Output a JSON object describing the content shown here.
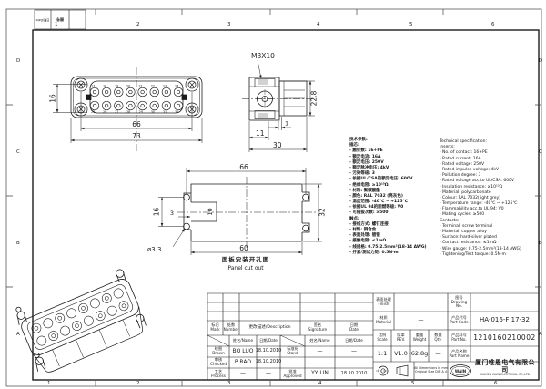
{
  "frame": {
    "cols": [
      "1",
      "2",
      "3",
      "4",
      "5",
      "6"
    ],
    "rows": [
      "D",
      "C",
      "B",
      "A"
    ],
    "corner_stamp": {
      "c1": "日期/Date",
      "c2": "图号"
    }
  },
  "views": {
    "front": {
      "pins": [
        "17",
        "18",
        "19",
        "20",
        "21",
        "22",
        "23",
        "24",
        "25",
        "26",
        "27",
        "28",
        "29",
        "30",
        "31",
        "32"
      ],
      "dims": {
        "row_pitch": "16",
        "mount_width": "66",
        "outer_width": "73"
      }
    },
    "side": {
      "thread_label": "M3X10",
      "dims": {
        "height": "22.8",
        "step": "1",
        "front_depth": "11",
        "total_depth": "30"
      }
    },
    "panel": {
      "caption_cn": "面板安装开孔图",
      "caption_en": "Panel cut out",
      "dims": {
        "hole_span_w": "66",
        "cut_height": "32",
        "cut_width": "60",
        "hole_span_h": "16",
        "notch_depth": "3",
        "notch_height": "10",
        "hole_dia": "ø3.3"
      }
    }
  },
  "specs": {
    "cn": "技术参数:\n插芯:\n- 触针数: 16+PE\n- 额定电流: 16A\n- 额定电压: 250V\n- 额定脉冲电压: 4kV\n- 污染等级: 3\n- 依据UL/CSA的额定电压: 600V\n- 绝缘电阻: ≥10¹⁰Ω\n- 材料: 聚碳酸酯\n- 颜色: RAL 7032 (亮灰色)\n- 温度范围: -40℃ ~ +125℃\n- 依据UL 94的阻燃等级: V0\n- 可插拔次数: ≥500\n触点:\n- 接线方式: 螺钉连接\n- 材料: 铜合金\n- 表面处理: 镀银\n- 接触电阻: ≤1mΩ\n- 线规格: 0.75-2.5mm²(18-14 AWG)\n- 拧紧/测试力矩: 0.5N·m",
    "en": "Technical specification:\nInserts:\n- No. of contact: 16+PE\n- Rated current: 16A\n- Rated voltage: 250V\n- Rated impulse voltage: 4kV\n- Pollution degree: 3\n- Rated voltage acc.to UL/CSA: 600V\n- Insulation resistance: ≥10¹⁰Ω\n- Material: polycarbonate\n- Colour: RAL 7032(light grey)\n- Temperature range: -40℃ ~ +125℃\n- Flammability acc.to UL 94: V0\n- Mating cycles: ≥500\nContacts:\n- Terminal: screw terminal\n- Material: copper alloy\n- Surface: hard-silver plated\n- Contact resistance: ≤1mΩ\n- Wire gauge: 0.75-2.5mm²(18-14 AWG)\n- Tightening/Test torque: 0.5N·m"
  },
  "titleblock": {
    "rev_header": {
      "mark": "标记\nMark",
      "number": "处数\nNumber",
      "desc": "更改描述/Description",
      "sig": "签名\nSignature",
      "date": "日期\nDate"
    },
    "sub": {
      "name": "姓名/Name",
      "date": "日期/Date"
    },
    "roles": {
      "drawn": {
        "label": "绘图\nDrawn",
        "name": "BQ LUO",
        "date": "18.10.2010"
      },
      "checked": {
        "label": "审核\nChecked",
        "name": "P RAO",
        "date": "18.10.2010"
      },
      "process": {
        "label": "工艺\nProcess",
        "name": "—",
        "date": "—"
      },
      "stand": {
        "label": "标准化\nStand",
        "name": "—",
        "date": "—"
      },
      "approved": {
        "label": "批准\nApproved",
        "name": "YY LIN",
        "date": "18.10.2010"
      }
    },
    "props": {
      "finish_label": "表面处理\nFinish",
      "finish": "—",
      "material_label": "材质\nMaterial",
      "material": "—",
      "scale_label": "比例\nScale",
      "scale": "1:1",
      "rev_label": "版本\nREV.",
      "rev": "V1.0",
      "weight_label": "重量\nWeight",
      "weight": "62.8g",
      "qty_label": "数量\nQty.",
      "qty": "—",
      "note": "All Dimensions in mm\nOriginal Size DIN A 4"
    },
    "ids": {
      "drawing_no_label": "图号\nDrawing No.",
      "drawing_no": "—",
      "part_code_label": "产品代号\nPart Code",
      "part_code": "HA-016-F 17-32",
      "part_no_label": "产品料号\nPart No.",
      "part_no": "1210160210002",
      "part_name_label": "产品名称\nPart Name",
      "part_name": "—"
    },
    "company": {
      "logo": "WAIN",
      "cn": "厦门唯恩电气有限公司",
      "en": "XIAMEN WAIN ELECTRICAL CO.,LTD"
    }
  }
}
